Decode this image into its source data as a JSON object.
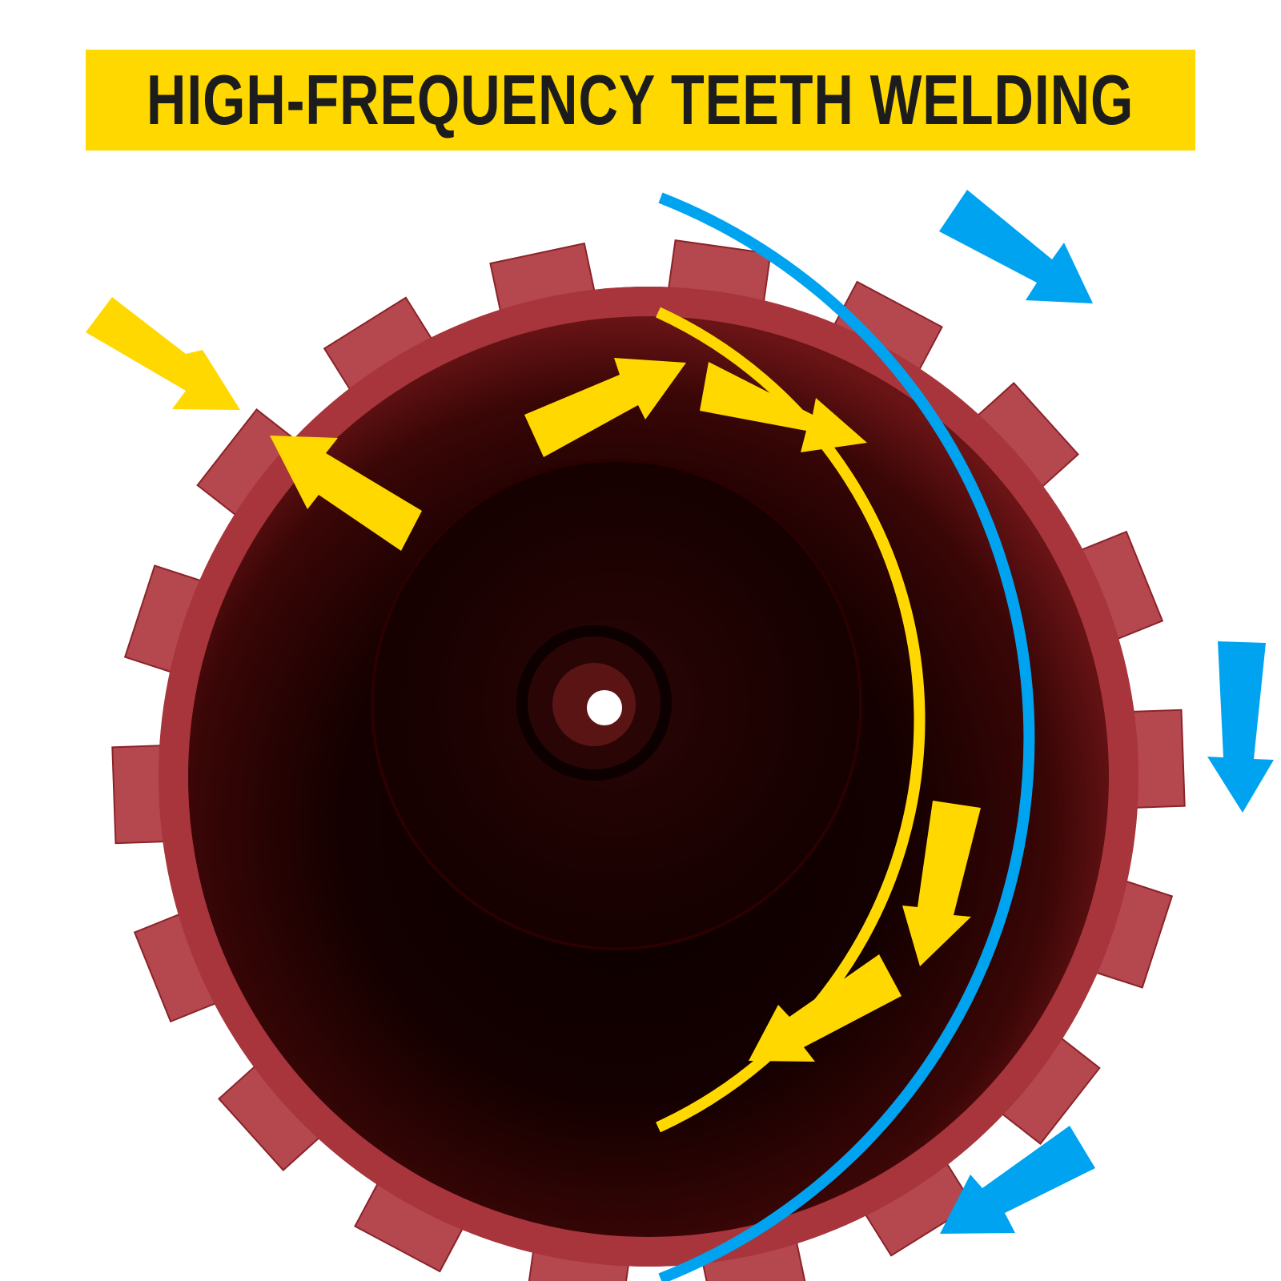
{
  "banner": {
    "title": "HIGH-FREQUENCY TEETH WELDING",
    "background_color": "#ffd800",
    "text_color": "#1c1c1c"
  },
  "illustration": {
    "subject": "core-drill-bit-top-view",
    "body_color": "#a8343c",
    "interior_color": "#1a0000",
    "segment_teeth_color": "#b5474f",
    "center_hole_color": "#ffffff"
  },
  "annotations": {
    "yellow_arrow_color": "#ffd800",
    "blue_arrow_color": "#00a3ef",
    "inner_rotation_arc": "yellow-arc-clockwise",
    "outer_rotation_arc": "blue-arc-clockwise"
  }
}
